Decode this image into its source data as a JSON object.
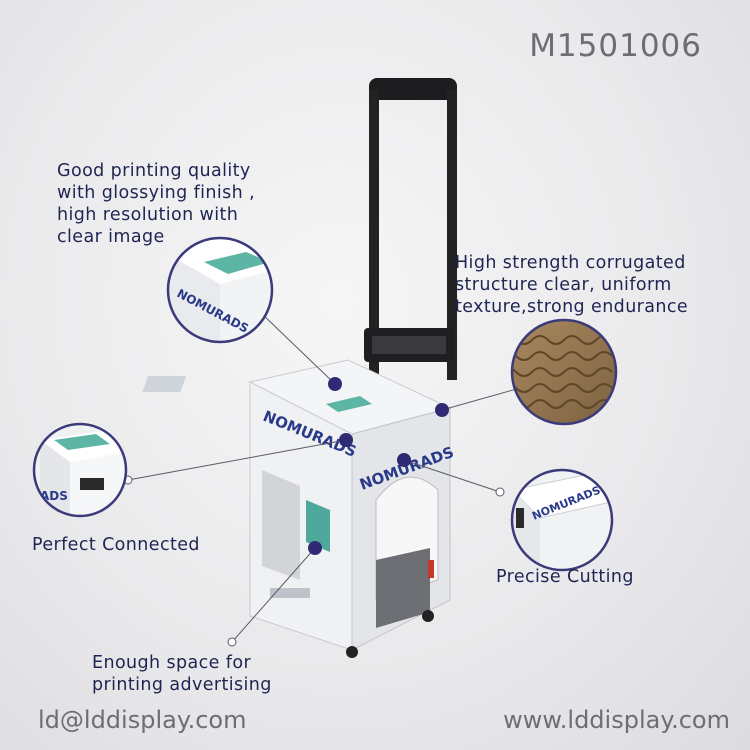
{
  "model_code": "M1501006",
  "annotations": {
    "printing": [
      "Good printing quality",
      "with glossying finish ,",
      "high resolution with",
      "clear image"
    ],
    "corrugated": [
      "High strength corrugated",
      "structure  clear, uniform",
      "texture,strong endurance"
    ],
    "connected": "Perfect  Connected",
    "cutting": "Precise Cutting",
    "space": [
      "Enough space for",
      "printing advertising"
    ]
  },
  "brand_text": "NOMURADS",
  "footer": {
    "email": "ld@lddisplay.com",
    "website": "www.lddisplay.com"
  },
  "colors": {
    "text": "#1f2552",
    "marker": "#2f2a73",
    "contact": "#6e6e72"
  }
}
